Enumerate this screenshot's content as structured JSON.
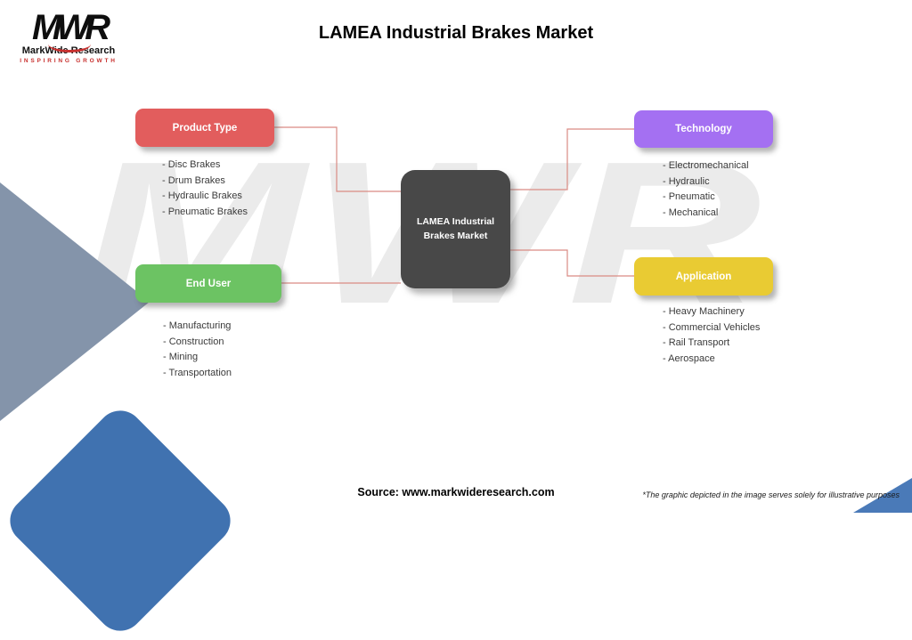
{
  "header": {
    "title": "LAMEA Industrial Brakes Market"
  },
  "logo": {
    "letters": "MWR",
    "name": "MarkWide Research",
    "tagline": "INSPIRING GROWTH"
  },
  "watermark": "MWR",
  "center_node": {
    "label": "LAMEA Industrial Brakes Market",
    "color": "#484848"
  },
  "nodes": {
    "product_type": {
      "label": "Product Type",
      "color": "#e25d5d",
      "items": [
        "- Disc Brakes",
        "- Drum Brakes",
        "- Hydraulic Brakes",
        "- Pneumatic Brakes"
      ]
    },
    "technology": {
      "label": "Technology",
      "color": "#a470f2",
      "items": [
        "- Electromechanical",
        "- Hydraulic",
        "- Pneumatic",
        "- Mechanical"
      ]
    },
    "end_user": {
      "label": "End User",
      "color": "#6cc363",
      "items": [
        "- Manufacturing",
        "- Construction",
        "- Mining",
        "- Transportation"
      ]
    },
    "application": {
      "label": "Application",
      "color": "#e9cb33",
      "items": [
        "- Heavy Machinery",
        "- Commercial Vehicles",
        "- Rail Transport",
        "- Aerospace"
      ]
    }
  },
  "footer": {
    "source": "Source: www.markwideresearch.com",
    "disclaimer": "*The graphic depicted in the image serves solely for illustrative purposes"
  },
  "connector_color": "#d98b84"
}
